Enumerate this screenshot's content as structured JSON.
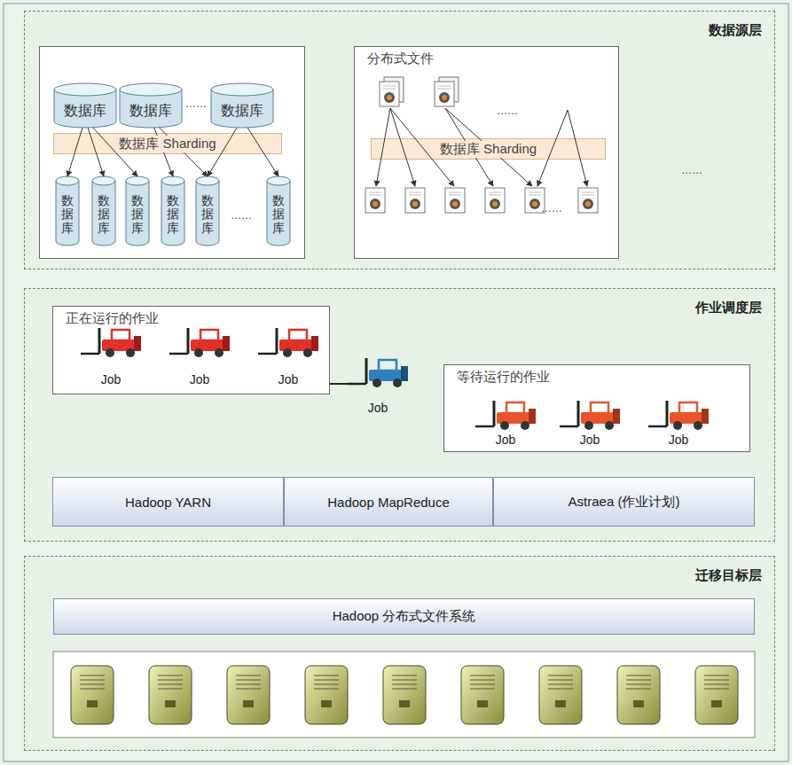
{
  "diagram": {
    "nodes": [
      {
        "text": [
          "数据源层"
        ]
      },
      {
        "text": [
          "数据库"
        ],
        "in": 0
      },
      {
        "text": [
          "数据库"
        ],
        "in": 0
      },
      {
        "text": [
          "数据库"
        ],
        "in": 0
      },
      {
        "text": [
          "数据库 Sharding"
        ],
        "in": 0
      },
      {
        "text": [
          "数据库"
        ],
        "in": 0
      },
      {
        "text": [
          "数据库"
        ],
        "in": 0
      },
      {
        "text": [
          "数据库"
        ],
        "in": 0
      },
      {
        "text": [
          "数据库"
        ],
        "in": 0
      },
      {
        "text": [
          "数据库"
        ],
        "in": 0
      },
      {
        "text": [
          "数据库"
        ],
        "in": 0
      },
      {
        "text": [
          "分布式文件"
        ],
        "in": 0
      },
      {
        "text": [
          "数据库 Sharding"
        ],
        "in": 11
      },
      {
        "text": [
          "作业调度层"
        ]
      },
      {
        "text": [
          "正在运行的作业"
        ],
        "in": 13
      },
      {
        "text": [
          "等待运行的作业"
        ],
        "in": 13
      },
      {
        "text": [
          "Hadoop YARN"
        ],
        "in": 13
      },
      {
        "text": [
          "Hadoop MapReduce"
        ],
        "in": 13
      },
      {
        "text": [
          "Astraea (作业计划)"
        ],
        "in": 13
      },
      {
        "text": [
          "迁移目标层"
        ]
      },
      {
        "text": [
          "Hadoop 分布式文件系统"
        ],
        "in": 19
      }
    ],
    "edges": [
      {
        "from": 1,
        "to": 5,
        "arrow": "to"
      },
      {
        "from": 1,
        "to": 6,
        "arrow": "to"
      },
      {
        "from": 1,
        "to": 7,
        "arrow": "to"
      },
      {
        "from": 2,
        "to": 8,
        "arrow": "to"
      },
      {
        "from": 2,
        "to": 9,
        "arrow": "to"
      },
      {
        "from": 3,
        "to": 9,
        "arrow": "to"
      },
      {
        "from": 3,
        "to": 10,
        "arrow": "to"
      }
    ],
    "labels": [
      "……",
      "……",
      "……",
      "……",
      "……",
      "Job",
      "Job",
      "Job",
      "Job",
      "Job",
      "Job",
      "Job"
    ]
  }
}
